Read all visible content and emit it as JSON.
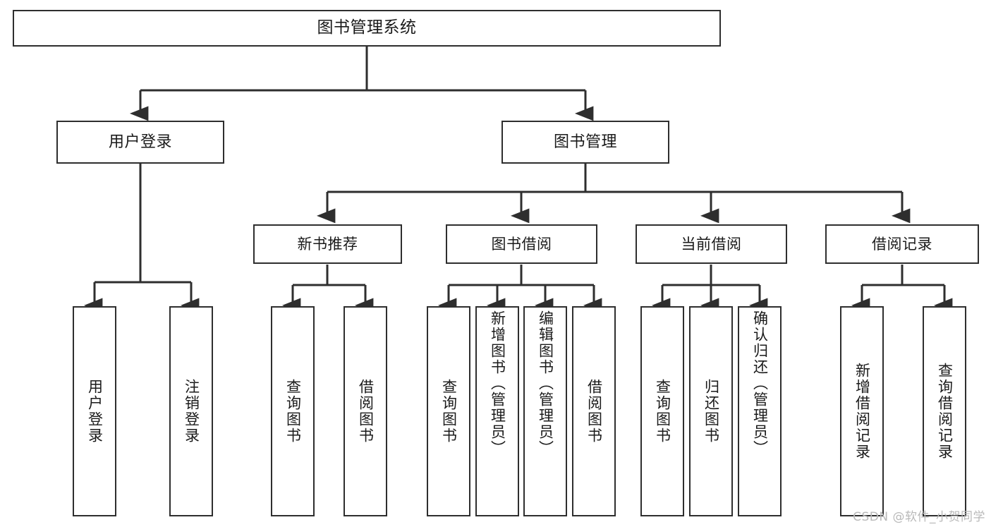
{
  "diagram": {
    "title": "图书管理系统",
    "type": "tree",
    "stroke_color": "#2e2e2e",
    "fill_color": "#ffffff",
    "text_color": "#1a1a1a",
    "nodes": {
      "root": {
        "label": "图书管理系统"
      },
      "level1": [
        {
          "label": "用户登录"
        },
        {
          "label": "图书管理"
        }
      ],
      "level2": [
        {
          "label": "新书推荐"
        },
        {
          "label": "图书借阅"
        },
        {
          "label": "当前借阅"
        },
        {
          "label": "借阅记录"
        }
      ],
      "leaves": [
        {
          "label": "用户登录",
          "parent": "用户登录"
        },
        {
          "label": "注销登录",
          "parent": "用户登录"
        },
        {
          "label": "查询图书",
          "parent": "新书推荐"
        },
        {
          "label": "借阅图书",
          "parent": "新书推荐"
        },
        {
          "label": "查询图书",
          "parent": "图书借阅"
        },
        {
          "label": "新增图书（管理员）",
          "parent": "图书借阅"
        },
        {
          "label": "编辑图书（管理员）",
          "parent": "图书借阅"
        },
        {
          "label": "借阅图书",
          "parent": "图书借阅"
        },
        {
          "label": "查询图书",
          "parent": "当前借阅"
        },
        {
          "label": "归还图书",
          "parent": "当前借阅"
        },
        {
          "label": "确认归还（管理员）",
          "parent": "当前借阅"
        },
        {
          "label": "新增借阅记录",
          "parent": "借阅记录"
        },
        {
          "label": "查询借阅记录",
          "parent": "借阅记录"
        }
      ]
    },
    "watermark": "CSDN @软件_小贺同学"
  }
}
